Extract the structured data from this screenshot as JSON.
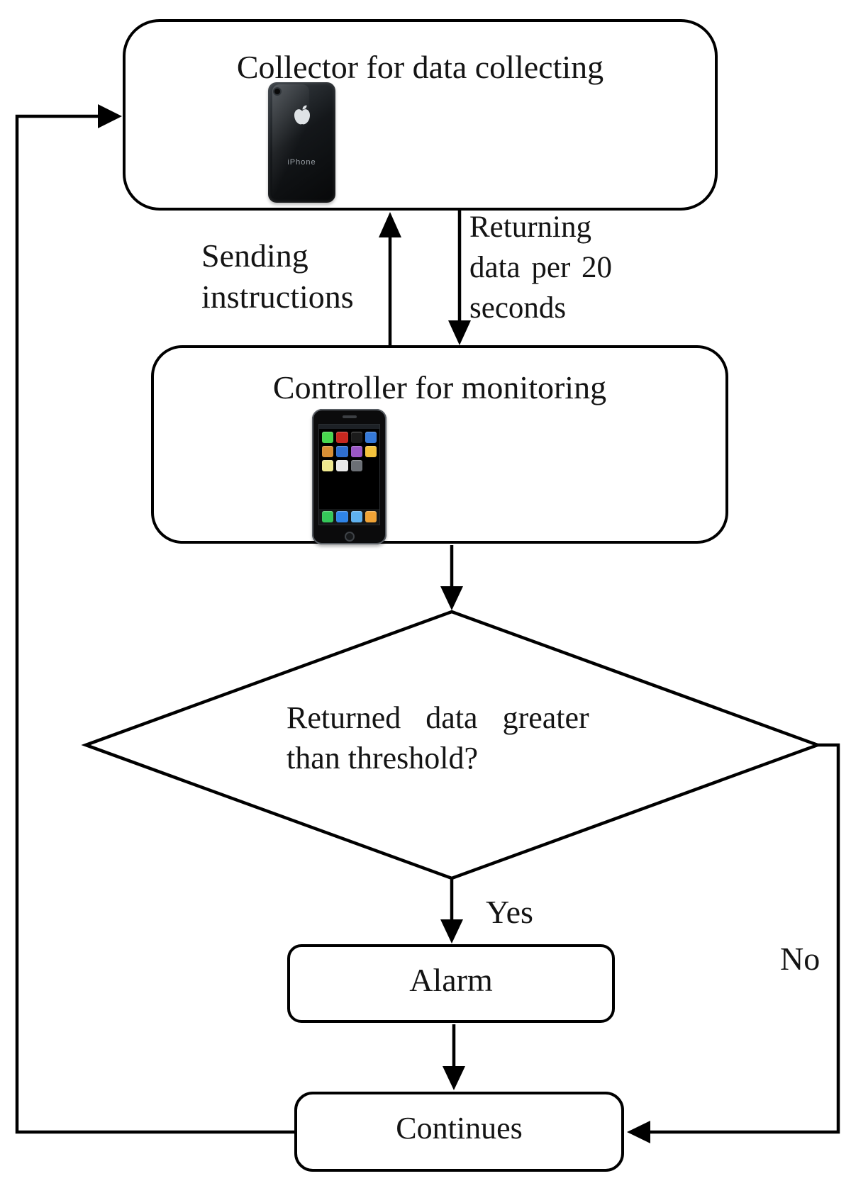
{
  "flowchart": {
    "background": "#ffffff",
    "line_color": "#000000",
    "text_color": "#141414",
    "nodes": {
      "collector": {
        "label": "Collector for data collecting"
      },
      "controller": {
        "label": "Controller for monitoring"
      },
      "decision": {
        "line1": "Returned data greater",
        "line2": "than threshold?"
      },
      "alarm": {
        "label": "Alarm"
      },
      "continues": {
        "label": "Continues"
      }
    },
    "edge_labels": {
      "sending": {
        "line1": "Sending",
        "line2": "instructions"
      },
      "returning": {
        "line1": "Returning",
        "line2": "data per 20",
        "line3": "seconds"
      },
      "yes": "Yes",
      "no": "No"
    },
    "collector_phone": {
      "brand": "iPhone"
    },
    "controller_phone": {
      "app_icon_colors": [
        "#49d74f",
        "#c6281f",
        "#1b1b1b",
        "#3579d8",
        "#d98f35",
        "#2f6fd0",
        "#9a57c5",
        "#f5c33d",
        "#efe98f",
        "#e8e8e8",
        "#6b6f75"
      ],
      "dock_icon_colors": [
        "#35c759",
        "#2f84e8",
        "#5fb1ef",
        "#f0a336"
      ]
    }
  }
}
